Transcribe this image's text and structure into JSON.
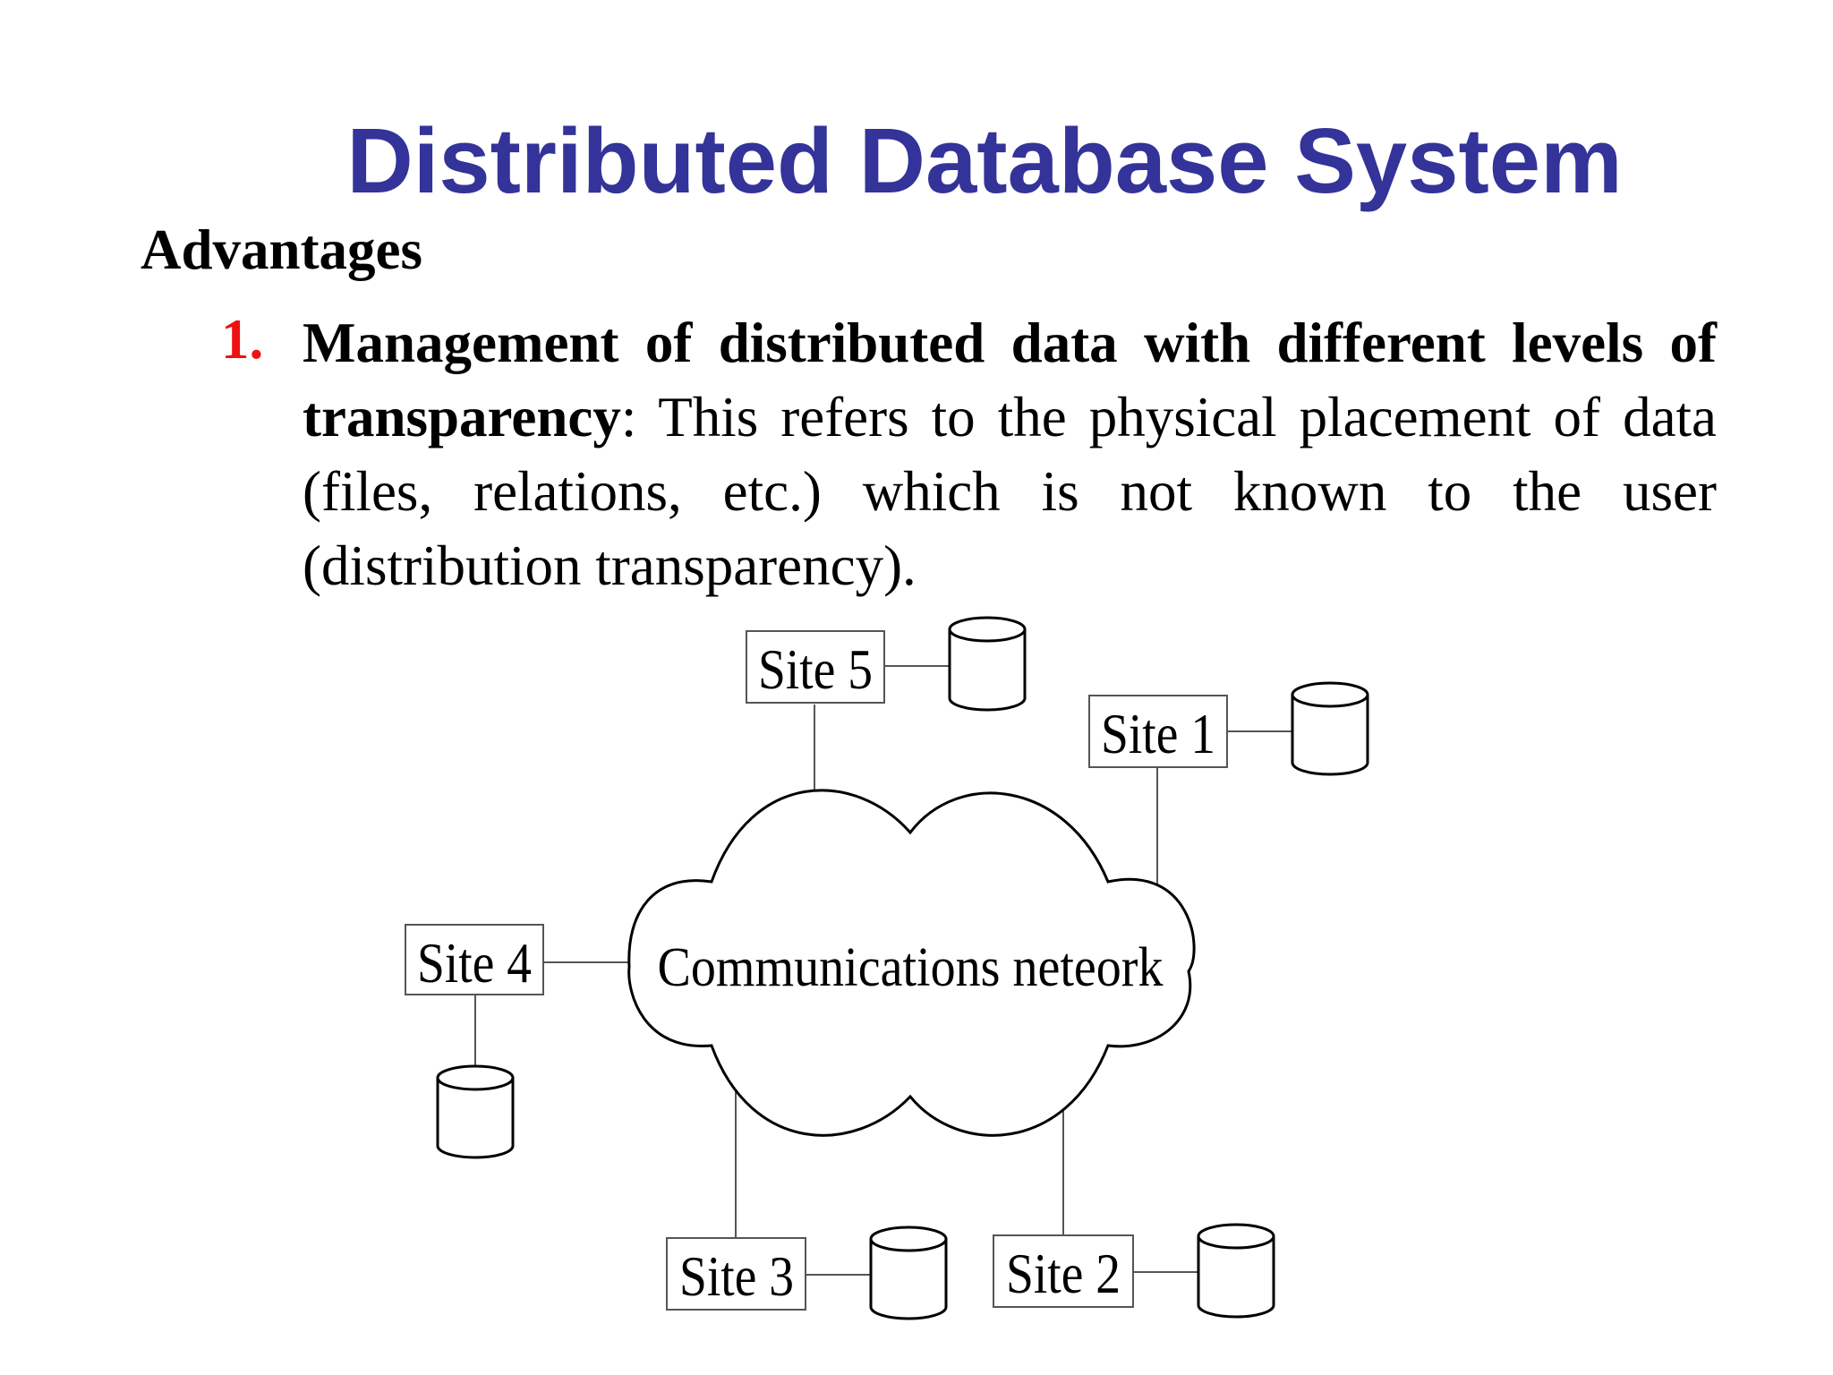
{
  "colors": {
    "title": "#333399",
    "number": "#ee1111",
    "text": "#000000",
    "diagram_stroke": "#000000",
    "box_stroke": "#555555"
  },
  "slide": {
    "title": "Distributed Database System",
    "subheading": "Advantages",
    "point": {
      "number": "1.",
      "bold_text": "Management of distributed data with different levels of transparency",
      "rest_text": ": This refers to the physical placement of data (files, relations, etc.) which is not known to the user (distribution transparency)."
    }
  },
  "diagram": {
    "network_label": "Communications neteork",
    "sites": [
      {
        "label": "Site 5"
      },
      {
        "label": "Site 1"
      },
      {
        "label": "Site 4"
      },
      {
        "label": "Site 3"
      },
      {
        "label": "Site 2"
      }
    ],
    "database_icon": "cylinder-database-icon",
    "network_icon": "cloud-icon"
  }
}
